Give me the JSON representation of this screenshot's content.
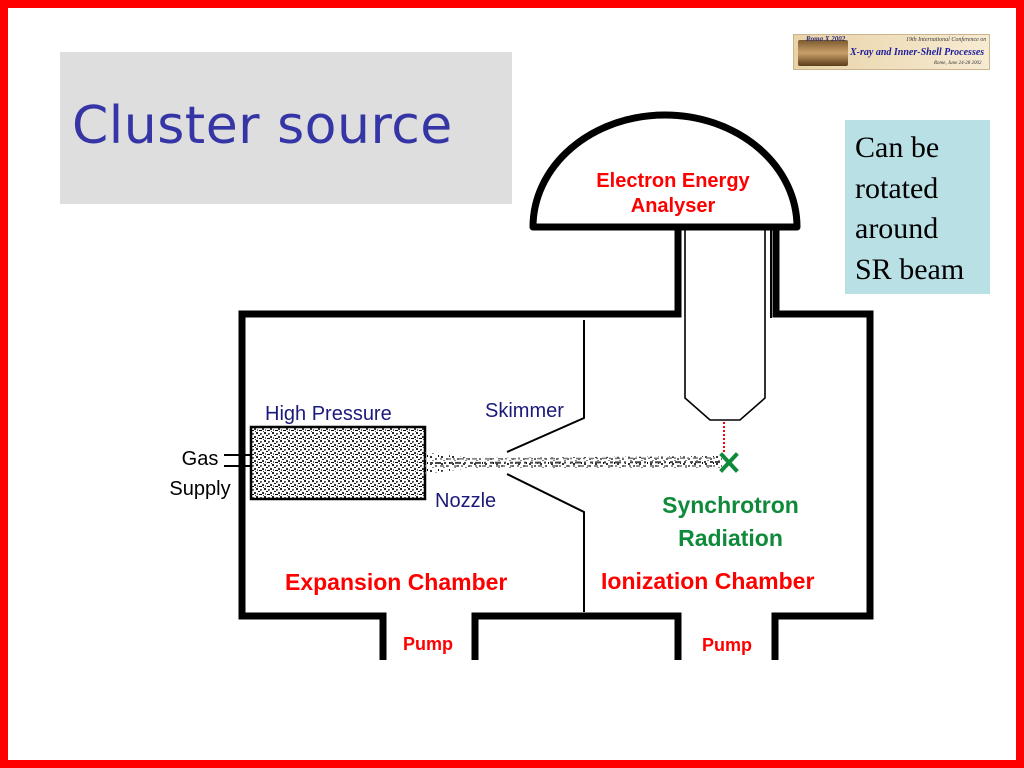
{
  "slide": {
    "title": "Cluster source",
    "logo": {
      "line1": "Roma X 2002",
      "line2": "19th International Conference on",
      "line3": "X-ray and Inner-Shell Processes",
      "line4": "Rome, June 24-28 2002"
    },
    "note": "Can be\nrotated\naround\nSR beam"
  },
  "diagram": {
    "analyser_label_1": "Electron Energy",
    "analyser_label_2": "Analyser",
    "high_pressure": "High Pressure",
    "gas_supply_1": "Gas",
    "gas_supply_2": "Supply",
    "skimmer": "Skimmer",
    "nozzle": "Nozzle",
    "synchrotron_1": "Synchrotron",
    "synchrotron_2": "Radiation",
    "expansion_chamber": "Expansion Chamber",
    "ionization_chamber": "Ionization Chamber",
    "pump_left": "Pump",
    "pump_right": "Pump"
  },
  "colors": {
    "frame": "#ff0000",
    "title": "#3535a5",
    "title_bg": "#dedede",
    "note_bg": "#b8e0e5",
    "label_red": "#ff0000",
    "label_navy": "#1a1a7a",
    "label_green": "#0f8a3a"
  }
}
